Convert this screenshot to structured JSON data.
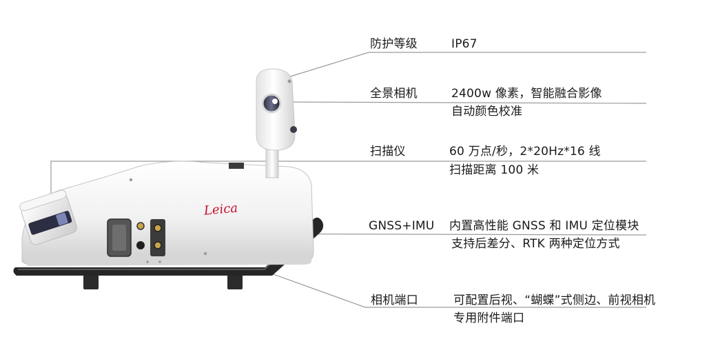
{
  "product": {
    "brand_logo_text": "Leica"
  },
  "specs": [
    {
      "label": "防护等级",
      "lines": [
        "IP67"
      ]
    },
    {
      "label": "全景相机",
      "lines": [
        "2400w  像素，智能融合影像",
        "自动颜色校准"
      ]
    },
    {
      "label": "扫描仪",
      "lines": [
        "60 万点/秒，2*20Hz*16 线",
        "扫描距离 100 米"
      ]
    },
    {
      "label": "GNSS+IMU",
      "lines": [
        "内置高性能 GNSS 和 IMU 定位模块",
        "支持后差分、RTK 两种定位方式"
      ]
    },
    {
      "label": "相机端口",
      "lines": [
        "可配置后视、“蝴蝶”式侧边、前视相机",
        "专用附件端口"
      ]
    }
  ],
  "colors": {
    "leader_line": "#9a9a9a",
    "logo_red": "#c8102e",
    "body_white": "#f4f4f4",
    "frame_dark": "#2b2b2b"
  }
}
